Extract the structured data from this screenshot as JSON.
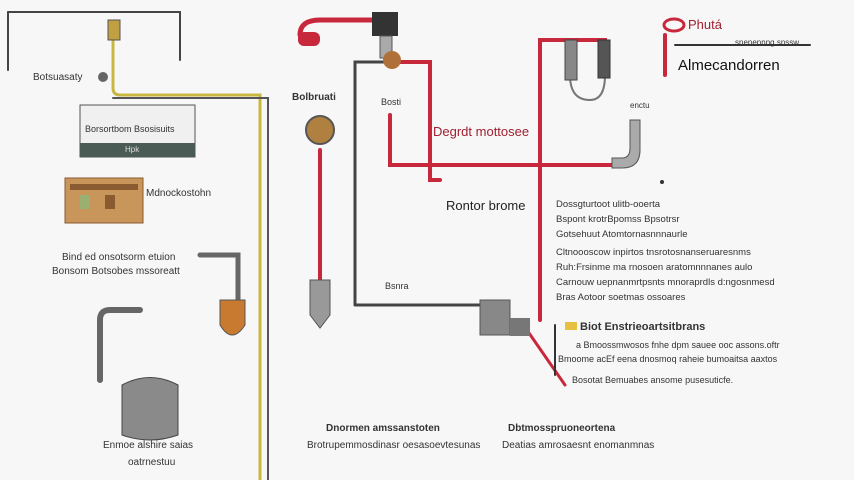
{
  "labels": {
    "top_left_valve": "Botsuasaty",
    "panel_caption": "Borsortbom Bsosisuits",
    "panel_button": "Hpk",
    "house_label": "Mdnockostohn",
    "left_caption_1": "Bind ed onsotsorm etuion",
    "left_caption_2": "Bonsom Botsobes mssoreatt",
    "tank_caption_1": "Enmoe alshire saias",
    "tank_caption_2": "oatrnestuu",
    "center_gauge": "Bolbruati",
    "center_small": "Bosti",
    "center_red_label": "Degrdt mottosee",
    "center_mid": "Rontor brome",
    "center_pipe_label": "Bsnra",
    "bottom_center_1": "Dnormen amssanstoten",
    "bottom_center_2": "Brotrupemmosdinasr oesasoevtesunas",
    "bottom_right_1": "Dbtmosspruoneortena",
    "bottom_right_2": "Deatias amrosaesnt enomanmnas",
    "small_top_right": "enctu",
    "legend": {
      "title": "Phutá",
      "line_label": "snenennng snssw",
      "subtitle": "Almecandorren"
    },
    "right_block": [
      "Dossgturtoot ulitb-ooerta",
      "Bspont krotrBpomss Bpsotrsr",
      "Gotsehuut Atomtornasnnnaurle",
      "Cltnoooscow inpirtos tnsrotosnanseruaresnms",
      "Ruh:Frsinme ma rnosoen aratomnnnanes aulo",
      "Carnouw uepnanmrtpsnts mnoraprdls d:ngosnmesd",
      "Bras Aotoor soetmas ossoares"
    ],
    "right_section": {
      "title": "Biot Enstrieoartsitbrans",
      "line1": "a Bmoossmwosos fnhe dpm sauee ooc assons.oftr",
      "line2": "Bmoome acEf eena dnosmoq raheie bumoaitsa aaxtos",
      "line3": "Bosotat Bemuabes ansome pusesuticfe."
    }
  },
  "colors": {
    "red_pipe": "#c8283c",
    "gray_pipe": "#555555",
    "yellow_pipe": "#c8b840",
    "background": "#f7f7f7"
  }
}
